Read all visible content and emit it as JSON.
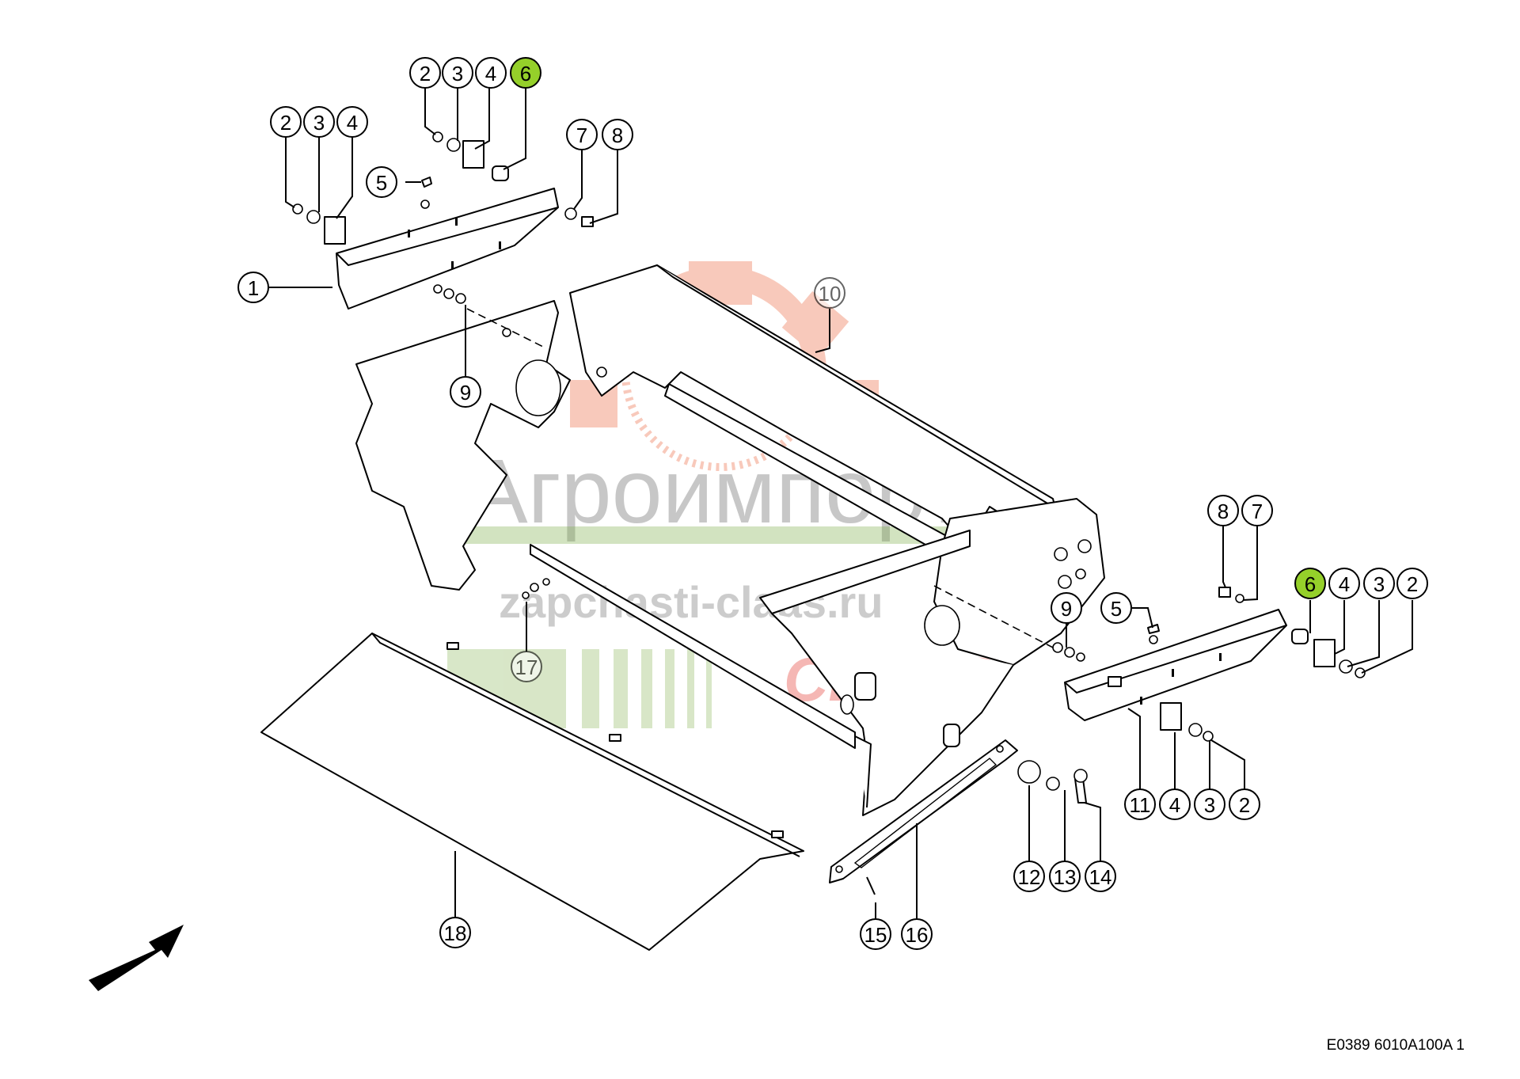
{
  "watermark": {
    "brand": "Агроимпорт",
    "url": "zapchasti-claas.ru",
    "claas": "CLAAS",
    "gear_color": "#f08a6a",
    "green_color": "#7fb04a"
  },
  "highlight_color": "#95d02a",
  "callouts": [
    {
      "id": "c-2a",
      "label": "2"
    },
    {
      "id": "c-3a",
      "label": "3"
    },
    {
      "id": "c-4a",
      "label": "4"
    },
    {
      "id": "c-6a",
      "label": "6",
      "highlight": true
    },
    {
      "id": "c-2b",
      "label": "2"
    },
    {
      "id": "c-3b",
      "label": "3"
    },
    {
      "id": "c-4b",
      "label": "4"
    },
    {
      "id": "c-7a",
      "label": "7"
    },
    {
      "id": "c-8a",
      "label": "8"
    },
    {
      "id": "c-5a",
      "label": "5"
    },
    {
      "id": "c-1",
      "label": "1"
    },
    {
      "id": "c-10",
      "label": "10",
      "faint": true
    },
    {
      "id": "c-9a",
      "label": "9"
    },
    {
      "id": "c-8b",
      "label": "8"
    },
    {
      "id": "c-7b",
      "label": "7"
    },
    {
      "id": "c-6b",
      "label": "6",
      "highlight": true
    },
    {
      "id": "c-4c",
      "label": "4"
    },
    {
      "id": "c-3c",
      "label": "3"
    },
    {
      "id": "c-2c",
      "label": "2"
    },
    {
      "id": "c-5b",
      "label": "5"
    },
    {
      "id": "c-9b",
      "label": "9"
    },
    {
      "id": "c-17",
      "label": "17",
      "faint": true
    },
    {
      "id": "c-11",
      "label": "11"
    },
    {
      "id": "c-4d",
      "label": "4"
    },
    {
      "id": "c-3d",
      "label": "3"
    },
    {
      "id": "c-2d",
      "label": "2"
    },
    {
      "id": "c-12",
      "label": "12"
    },
    {
      "id": "c-13",
      "label": "13"
    },
    {
      "id": "c-14",
      "label": "14"
    },
    {
      "id": "c-18",
      "label": "18"
    },
    {
      "id": "c-15",
      "label": "15"
    },
    {
      "id": "c-16",
      "label": "16"
    }
  ],
  "drawing_code": "E0389 6010A100A 1"
}
